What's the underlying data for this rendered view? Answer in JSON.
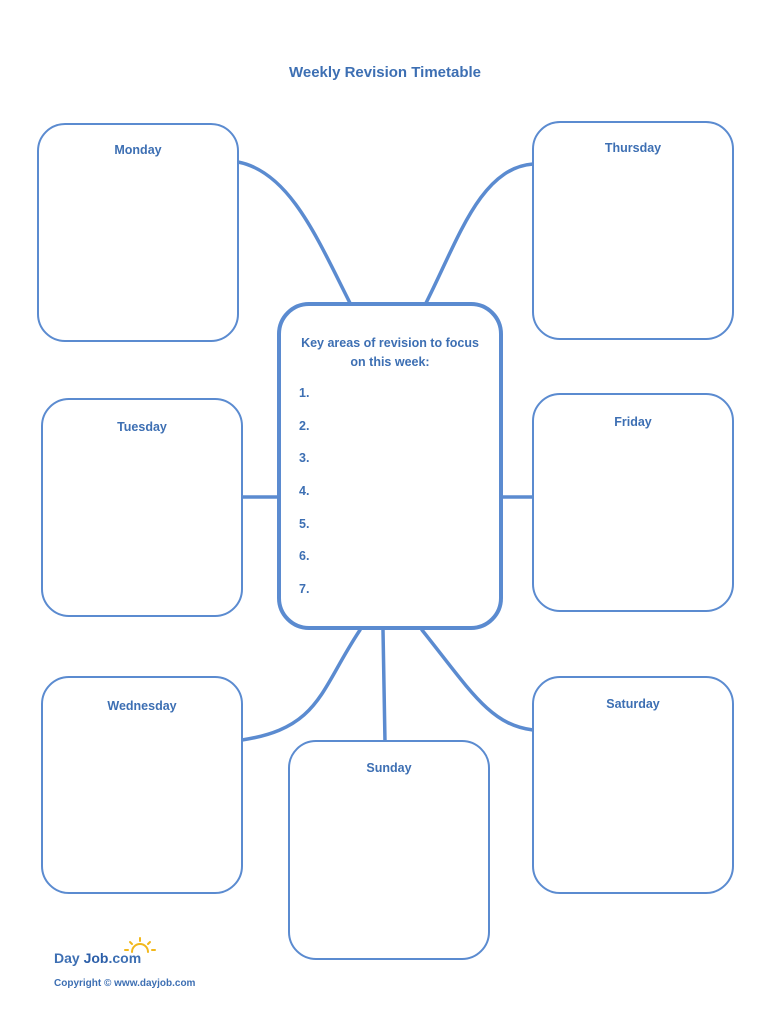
{
  "title": "Weekly Revision Timetable",
  "days": {
    "monday": "Monday",
    "tuesday": "Tuesday",
    "wednesday": "Wednesday",
    "thursday": "Thursday",
    "friday": "Friday",
    "saturday": "Saturday",
    "sunday": "Sunday"
  },
  "center": {
    "heading": "Key areas of revision to focus on this week:",
    "items": [
      "1.",
      "2.",
      "3.",
      "4.",
      "5.",
      "6.",
      "7."
    ]
  },
  "footer": {
    "logo_day": "Day",
    "logo_job": "Job",
    "logo_com": ".com",
    "copyright": "Copyright © www.dayjob.com"
  },
  "colors": {
    "accent": "#5b8bd0",
    "text": "#3d6fb3"
  }
}
